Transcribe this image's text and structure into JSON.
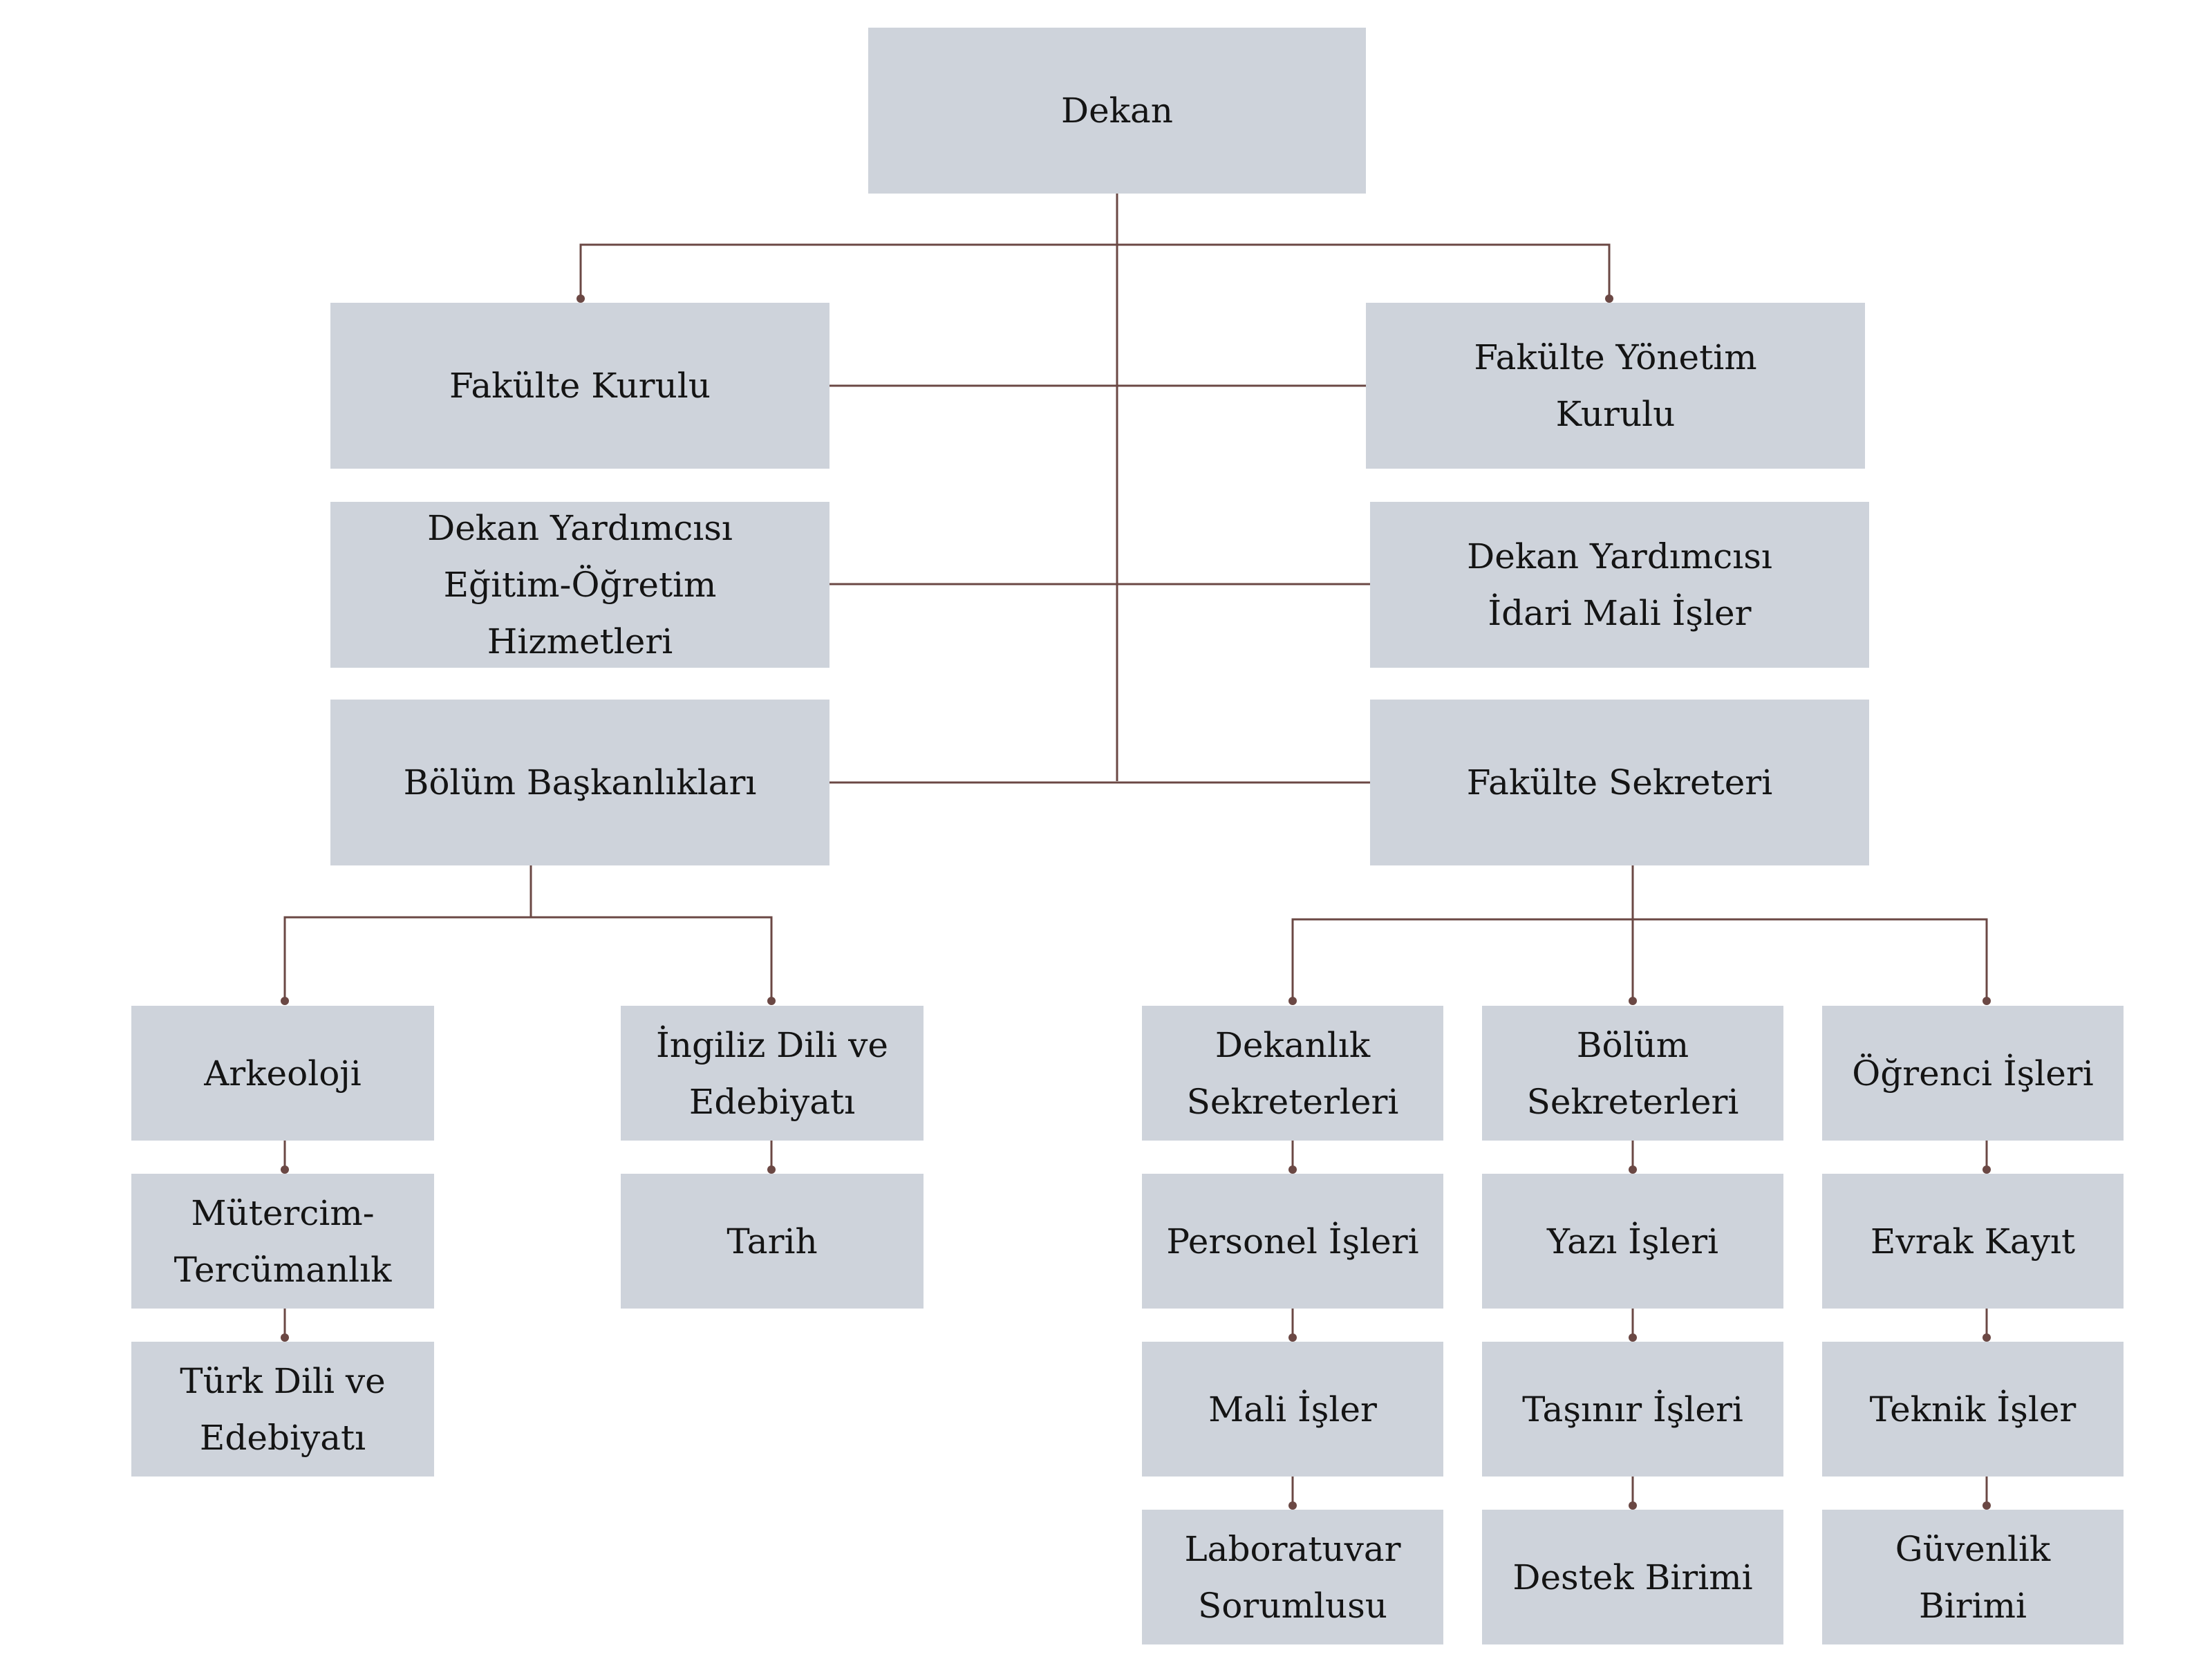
{
  "colors": {
    "box_fill": "#ced3db",
    "connector": "#6b4844",
    "text": "#141414"
  },
  "nodes": {
    "dekan": "Dekan",
    "fakulte_kurulu": "Fakülte Kurulu",
    "fakulte_yonetim_kurulu": "Fakülte Yönetim\nKurulu",
    "dekan_yrd_egitim": "Dekan Yardımcısı\nEğitim-Öğretim\nHizmetleri",
    "dekan_yrd_idari": "Dekan Yardımcısı\nİdari Mali İşler",
    "bolum_baskanliklari": "Bölüm Başkanlıkları",
    "fakulte_sekreteri": "Fakülte Sekreteri",
    "arkeoloji": "Arkeoloji",
    "mutercim": "Mütercim-\nTercümanlık",
    "turk_dili": "Türk Dili ve\nEdebiyatı",
    "ingiliz_dili": "İngiliz Dili ve\nEdebiyatı",
    "tarih": "Tarih",
    "dekanlik_sekreterleri": "Dekanlık\nSekreterleri",
    "personel_isleri": "Personel İşleri",
    "mali_isler": "Mali İşler",
    "laboratuvar": "Laboratuvar\nSorumlusu",
    "bolum_sekreterleri": "Bölüm\nSekreterleri",
    "yazi_isleri": "Yazı İşleri",
    "tasinir_isleri": "Taşınır İşleri",
    "destek_birimi": "Destek Birimi",
    "ogrenci_isleri": "Öğrenci İşleri",
    "evrak_kayit": "Evrak Kayıt",
    "teknik_isler": "Teknik İşler",
    "guvenlik_birimi": "Güvenlik\nBirimi"
  }
}
